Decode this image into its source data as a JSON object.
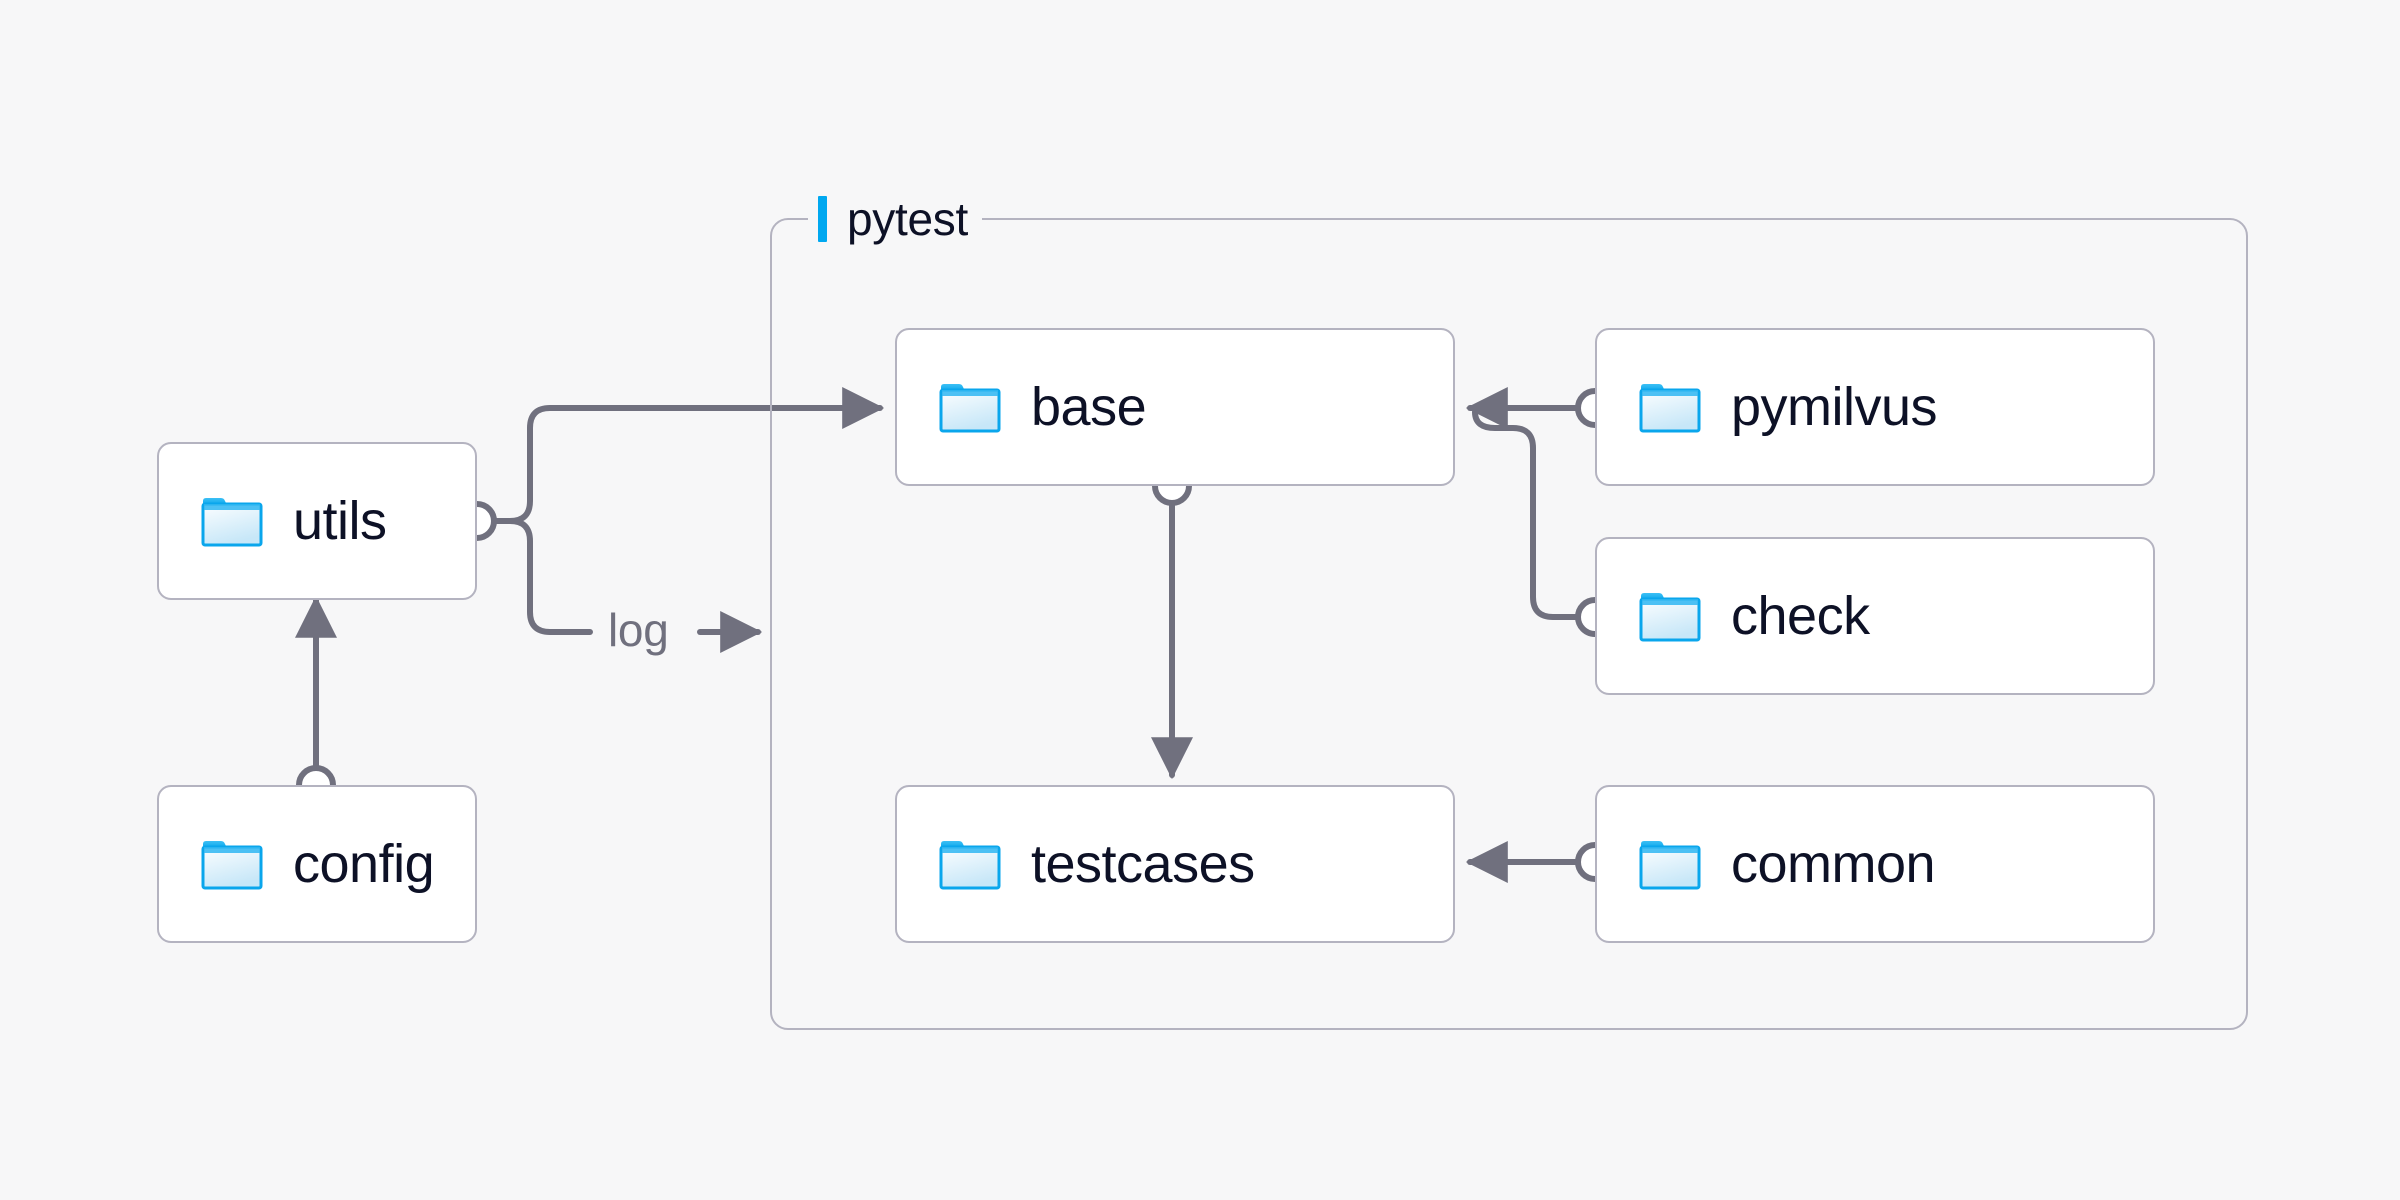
{
  "diagram": {
    "title_absent": true,
    "background_color": "#f7f7f8",
    "node_border_color": "#b4b3c0",
    "node_fill_color": "#ffffff",
    "edge_color": "#70707e",
    "accent_color": "#00a8f0",
    "text_color": "#0d1126",
    "group": {
      "label": "pytest",
      "accent_color": "#00a8f0"
    },
    "nodes": [
      {
        "id": "utils",
        "label": "utils",
        "icon": "folder-icon"
      },
      {
        "id": "config",
        "label": "config",
        "icon": "folder-icon"
      },
      {
        "id": "base",
        "label": "base",
        "icon": "folder-icon"
      },
      {
        "id": "testcases",
        "label": "testcases",
        "icon": "folder-icon"
      },
      {
        "id": "pymilvus",
        "label": "pymilvus",
        "icon": "folder-icon"
      },
      {
        "id": "check",
        "label": "check",
        "icon": "folder-icon"
      },
      {
        "id": "common",
        "label": "common",
        "icon": "folder-icon"
      }
    ],
    "edges": [
      {
        "id": "utils-base",
        "from": "utils",
        "to": "base",
        "label": ""
      },
      {
        "id": "utils-log",
        "from": "utils",
        "to": "pytest",
        "label": "log"
      },
      {
        "id": "config-utils",
        "from": "config",
        "to": "utils",
        "label": ""
      },
      {
        "id": "base-testcases",
        "from": "base",
        "to": "testcases",
        "label": ""
      },
      {
        "id": "pymilvus-base",
        "from": "pymilvus",
        "to": "base",
        "label": ""
      },
      {
        "id": "check-base",
        "from": "check",
        "to": "base",
        "label": ""
      },
      {
        "id": "common-testcases",
        "from": "common",
        "to": "testcases",
        "label": ""
      }
    ]
  }
}
